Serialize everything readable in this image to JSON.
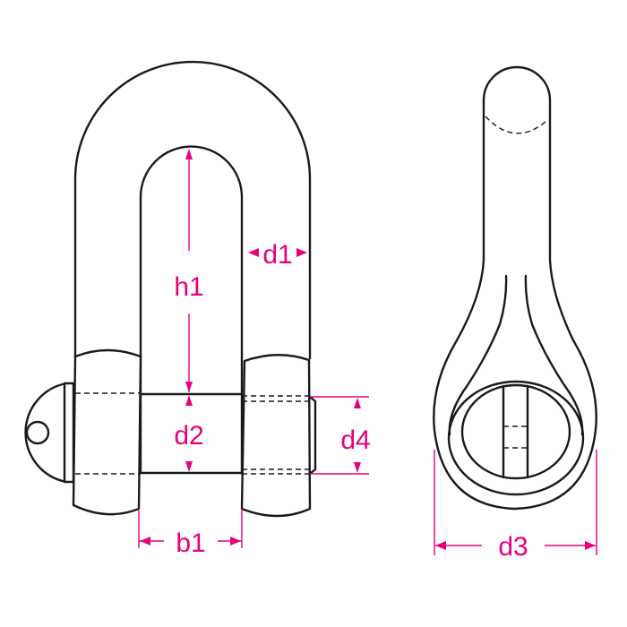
{
  "diagram": {
    "subject": "D-shackle with screw pin",
    "views": [
      "front-view",
      "side-view"
    ],
    "colors": {
      "outline": "#1a1a1a",
      "dimension": "#e6007e",
      "background": "#ffffff"
    },
    "dimensions": {
      "h1": "h1",
      "d1": "d1",
      "d2": "d2",
      "d4": "d4",
      "b1": "b1",
      "d3": "d3"
    }
  }
}
